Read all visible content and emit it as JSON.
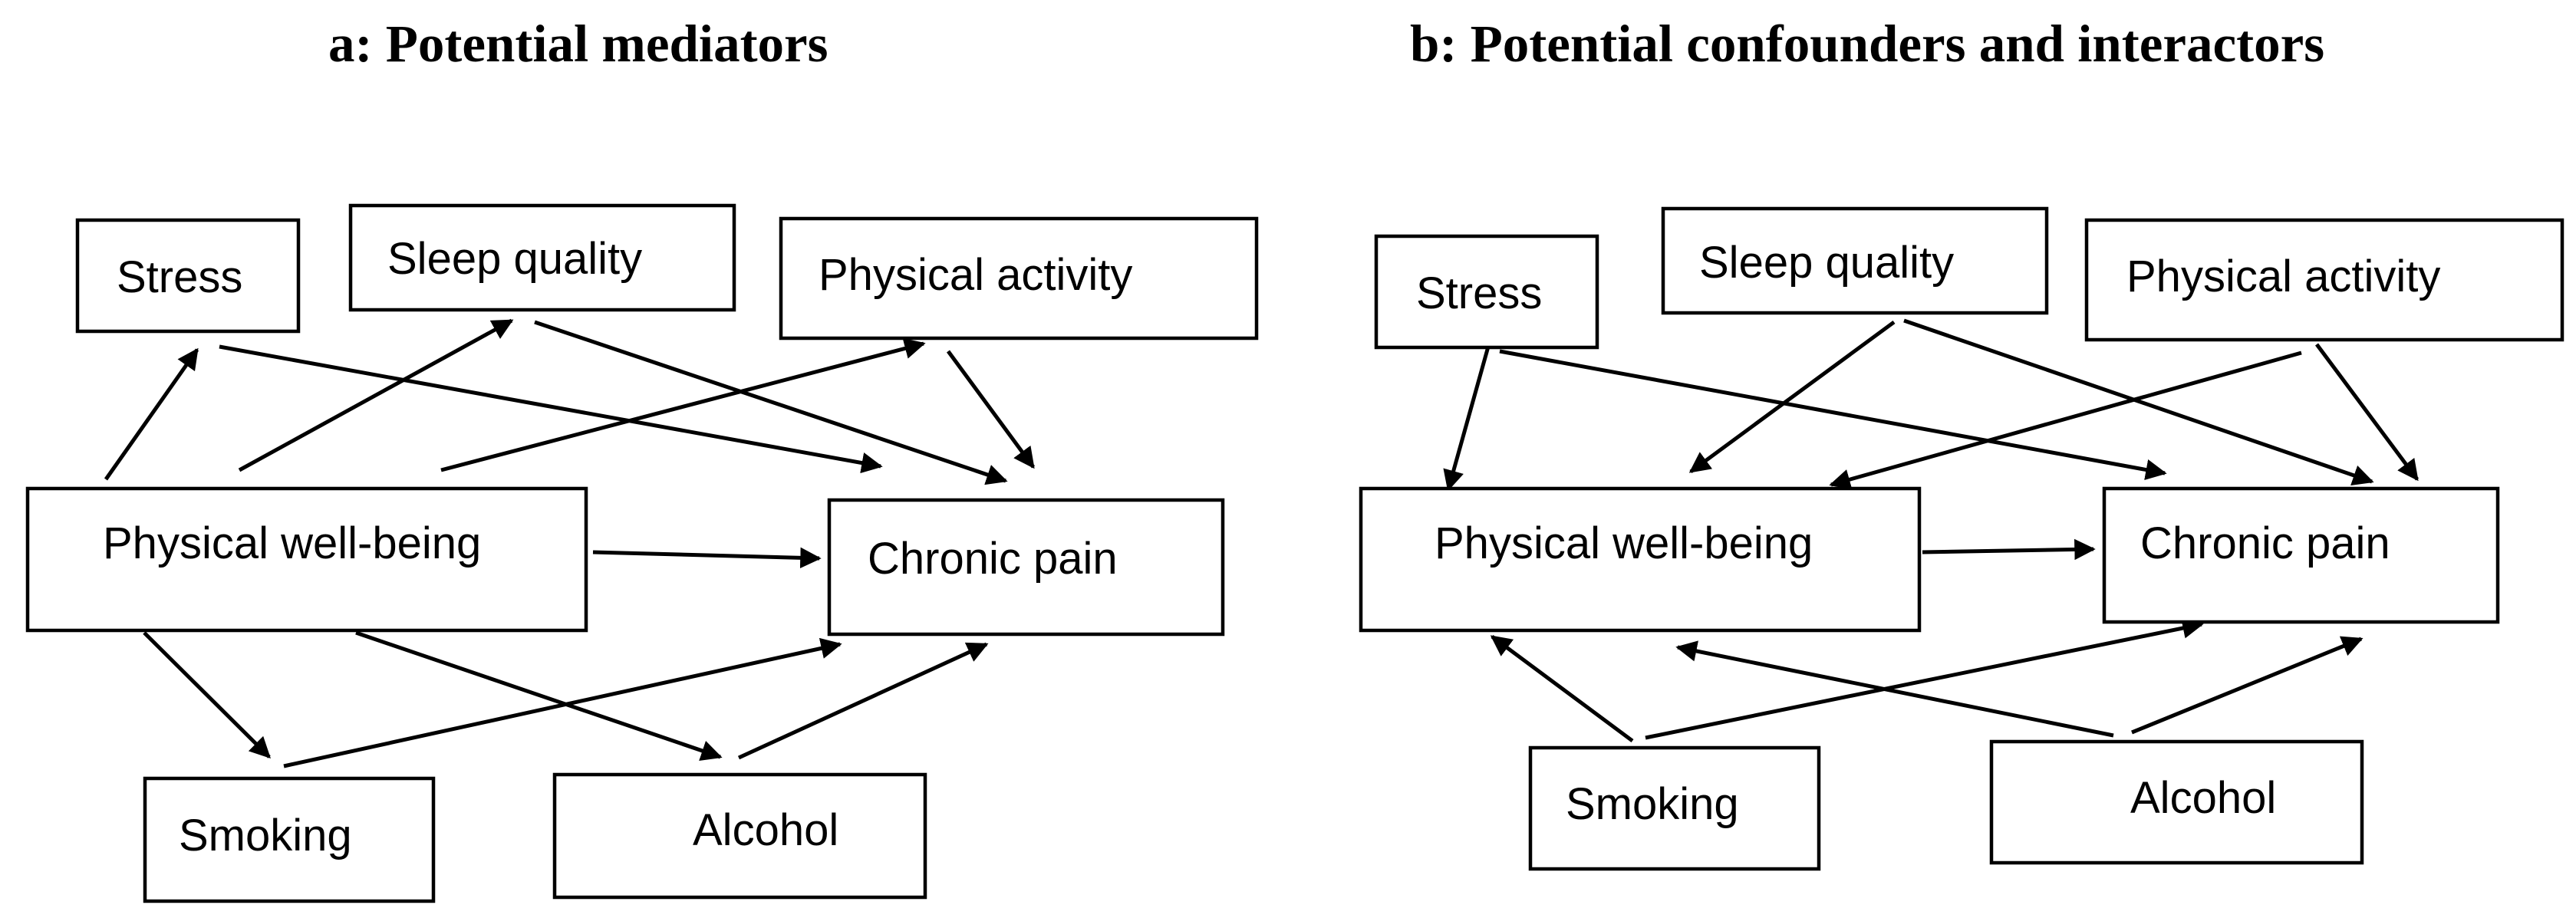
{
  "panel_a": {
    "title": "a:  Potential mediators",
    "nodes": {
      "stress": "Stress",
      "sleep": "Sleep quality",
      "activity": "Physical activity",
      "wellbeing": "Physical well-being",
      "pain": "Chronic pain",
      "smoking": "Smoking",
      "alcohol": "Alcohol"
    }
  },
  "panel_b": {
    "title": "b: Potential confounders and interactors",
    "nodes": {
      "stress": "Stress",
      "sleep": "Sleep quality",
      "activity": "Physical activity",
      "wellbeing": "Physical well-being",
      "pain": "Chronic pain",
      "smoking": "Smoking",
      "alcohol": "Alcohol"
    }
  },
  "colors": {
    "stroke": "#000000",
    "background": "#ffffff"
  }
}
